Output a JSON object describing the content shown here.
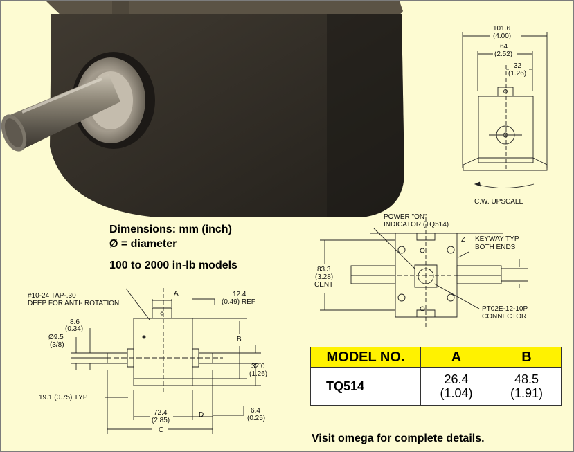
{
  "headings": {
    "dimensions": "Dimensions: mm (inch)",
    "diameter": "Ø = diameter",
    "models_range": "100 to 2000 in-lb models"
  },
  "front_view": {
    "dim_101_mm": "101.6",
    "dim_101_in": "(4.00)",
    "dim_64_mm": "64",
    "dim_64_in": "(2.52)",
    "dim_32_mm": "32",
    "dim_32_in": "(1.26)",
    "rotation_label": "C.W. UPSCALE"
  },
  "top_view": {
    "power_on": "POWER \"ON\"",
    "indicator": "INDICATOR (TQ514)",
    "z_label": "Z",
    "keyway_1": "KEYWAY TYP",
    "keyway_2": "BOTH ENDS",
    "height_mm": "83.3",
    "height_in": "(3.28)",
    "height_cent": "CENT",
    "connector_1": "PT02E-12-10P",
    "connector_2": "CONNECTOR"
  },
  "side_view": {
    "tap_1": "#10-24 TAP-.30",
    "tap_2": "DEEP FOR ANTI- ROTATION",
    "a_label": "A",
    "ref_mm": "12.4",
    "ref_in": "(0.49) REF",
    "dim_86_mm": "8.6",
    "dim_86_in": "(0.34)",
    "dia_95_mm": "Ø9.5",
    "dia_95_in": "(3/8)",
    "b_label": "B",
    "dim_320_mm": "32.0",
    "dim_320_in": "(1.26)",
    "typ_label": "19.1 (0.75) TYP",
    "dim_724_mm": "72.4",
    "dim_724_in": "(2.85)",
    "d_label": "D",
    "dim_64b_mm": "6.4",
    "dim_64b_in": "(0.25)",
    "c_label": "C"
  },
  "table": {
    "headers": [
      "MODEL NO.",
      "A",
      "B"
    ],
    "rows": [
      {
        "model": "TQ514",
        "a_mm": "26.4",
        "a_in": "(1.04)",
        "b_mm": "48.5",
        "b_in": "(1.91)"
      }
    ]
  },
  "footer": "Visit omega for complete details.",
  "colors": {
    "background": "#fdfbd2",
    "table_header": "#fff200",
    "border": "#7c7c7c"
  }
}
